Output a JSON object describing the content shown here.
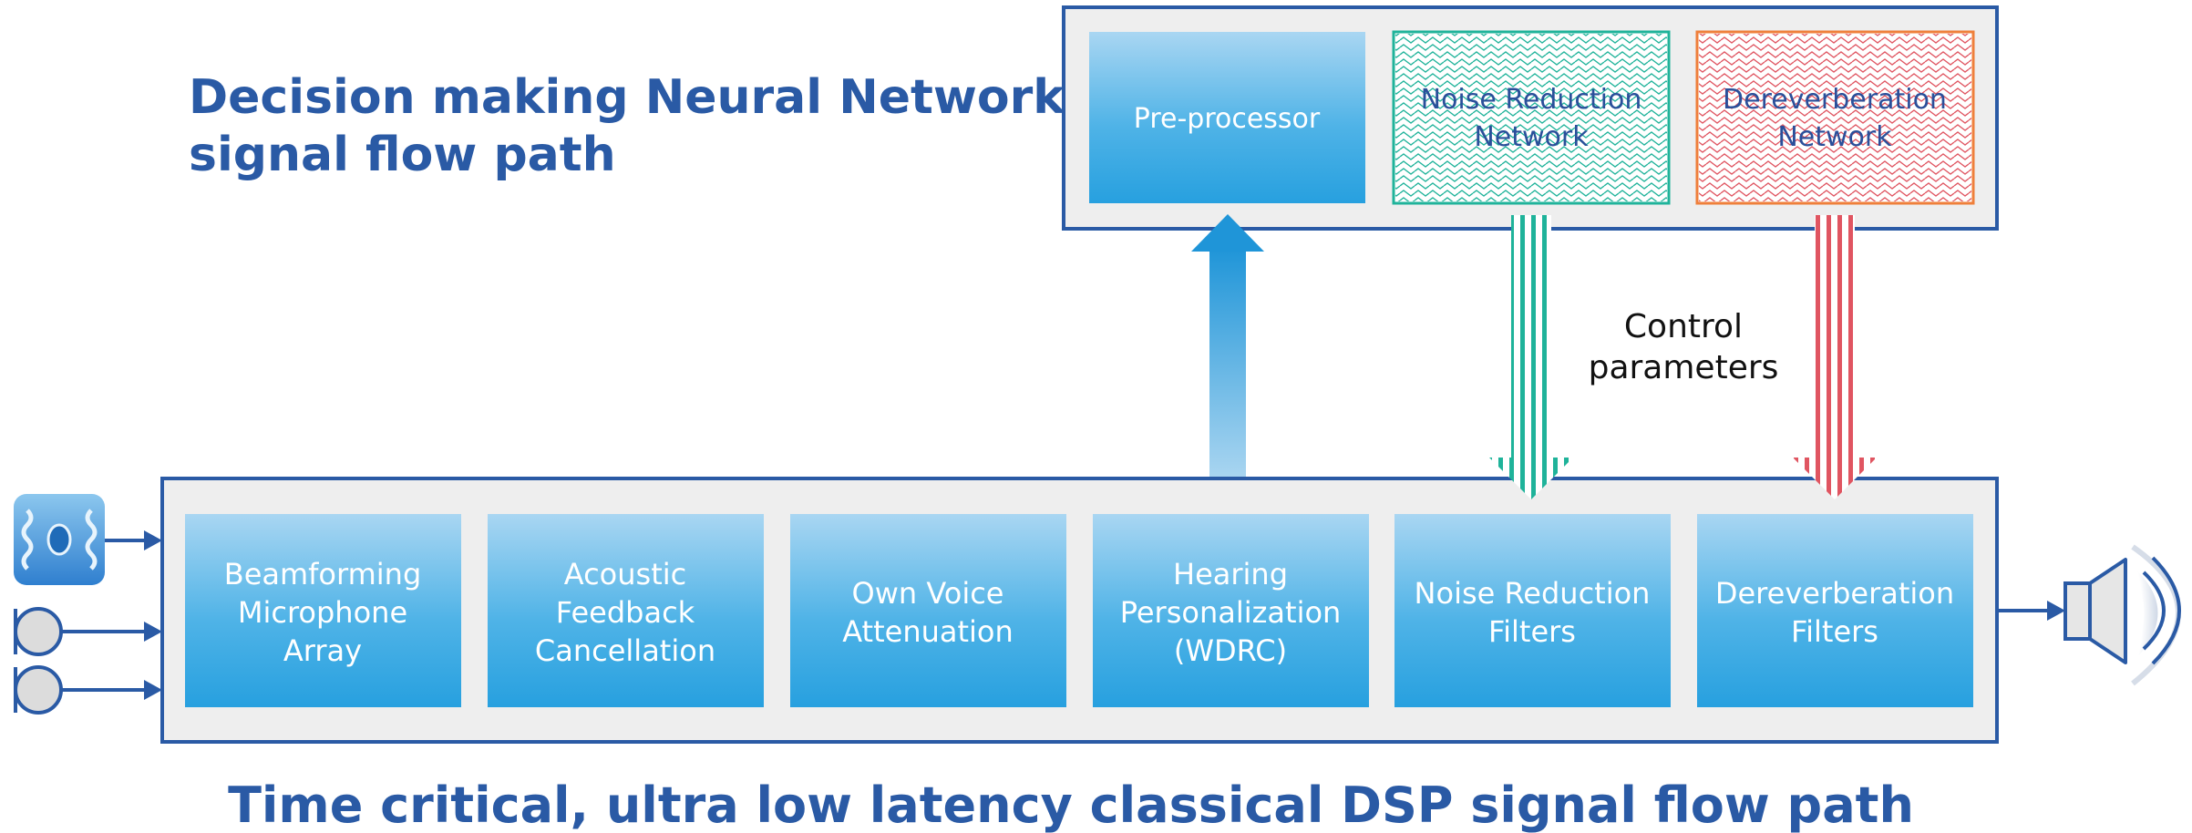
{
  "nn_title": {
    "line1": "Decision making Neural Network",
    "line2": "signal flow path"
  },
  "dsp_title": "Time critical, ultra low latency classical DSP signal flow path",
  "nn_blocks": {
    "preprocessor": {
      "line1": "Pre-processor"
    },
    "noise_network": {
      "line1": "Noise Reduction",
      "line2": "Network"
    },
    "dereverb_network": {
      "line1": "Dereverberation",
      "line2": "Network"
    }
  },
  "dsp_blocks": [
    {
      "line1": "Beamforming",
      "line2": "Microphone",
      "line3": "Array"
    },
    {
      "line1": "Acoustic",
      "line2": "Feedback",
      "line3": "Cancellation"
    },
    {
      "line1": "Own Voice",
      "line2": "Attenuation"
    },
    {
      "line1": "Hearing",
      "line2": "Personalization",
      "line3": "(WDRC)"
    },
    {
      "line1": "Noise Reduction",
      "line2": "Filters"
    },
    {
      "line1": "Dereverberation",
      "line2": "Filters"
    }
  ],
  "control_label": {
    "line1": "Control",
    "line2": "parameters"
  },
  "colors": {
    "title_blue": "#2a5aa5",
    "frame_blue": "#2a5aa5",
    "block_top": "#a9d6f2",
    "block_bottom": "#27a0df",
    "noise_teal": "#1fb39a",
    "dereverb_red": "#e05561",
    "dereverb_border": "#ef7f3a"
  },
  "icons": [
    "microphone-array-icon",
    "microphone-icon",
    "speaker-icon"
  ]
}
